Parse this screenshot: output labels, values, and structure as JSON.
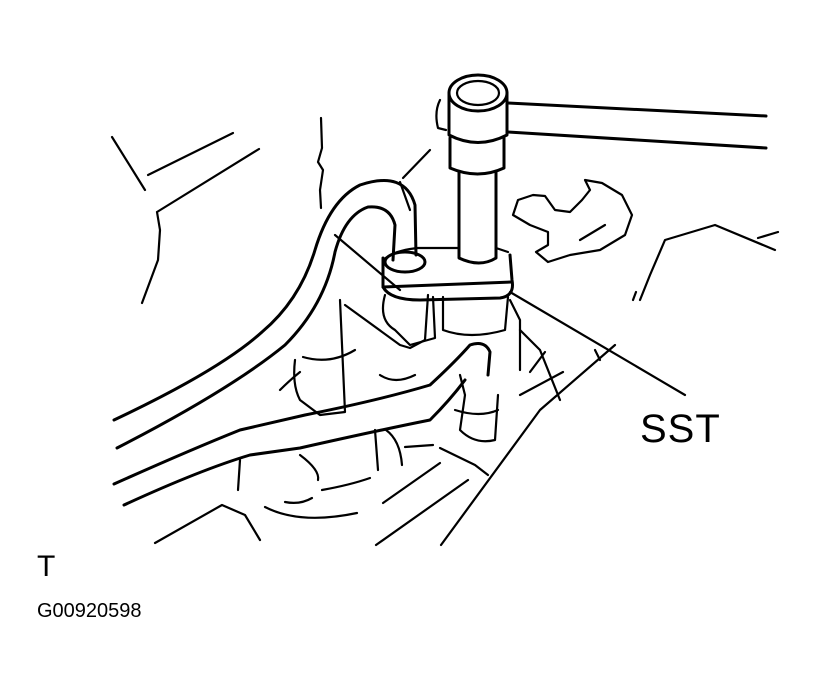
{
  "figure": {
    "type": "service-manual-illustration",
    "callouts": [
      {
        "label": "SST",
        "target": "special-service-tool-wrench"
      }
    ],
    "view_label": "T",
    "figure_id": "G00920598",
    "colors": {
      "line": "#000000",
      "background": "#ffffff"
    }
  }
}
